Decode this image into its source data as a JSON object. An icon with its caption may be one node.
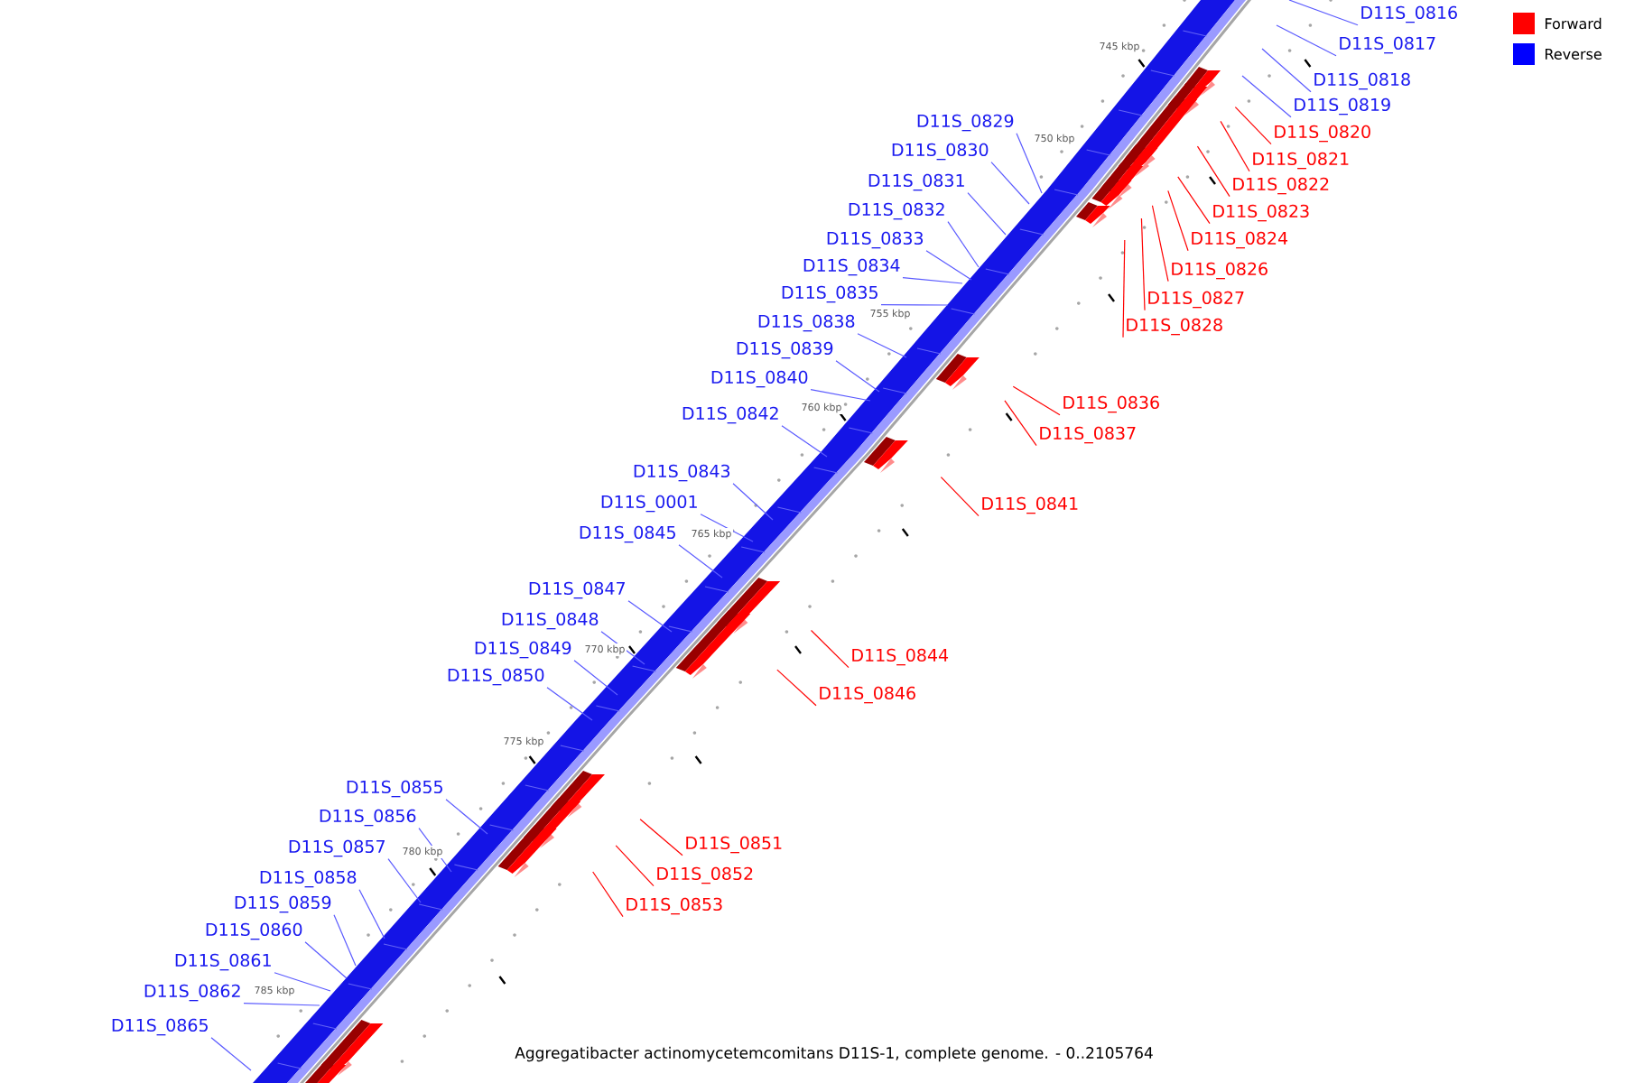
{
  "diagram": {
    "caption": "Aggregatibacter actinomycetemcomitans D11S-1, complete genome. - 0..2105764",
    "nodes": [
      {
        "text": [
          "D11S_0816"
        ]
      },
      {
        "text": [
          "D11S_0817"
        ]
      },
      {
        "text": [
          "D11S_0818"
        ]
      },
      {
        "text": [
          "D11S_0819"
        ]
      },
      {
        "text": [
          "D11S_0829"
        ]
      },
      {
        "text": [
          "D11S_0820"
        ]
      },
      {
        "text": [
          "D11S_0830"
        ]
      },
      {
        "text": [
          "D11S_0821"
        ]
      },
      {
        "text": [
          "D11S_0831"
        ]
      },
      {
        "text": [
          "D11S_0822"
        ]
      },
      {
        "text": [
          "D11S_0832"
        ]
      },
      {
        "text": [
          "D11S_0823"
        ]
      },
      {
        "text": [
          "D11S_0824"
        ]
      },
      {
        "text": [
          "D11S_0833"
        ]
      },
      {
        "text": [
          "D11S_0834"
        ]
      },
      {
        "text": [
          "D11S_0826"
        ]
      },
      {
        "text": [
          "D11S_0835"
        ]
      },
      {
        "text": [
          "D11S_0827"
        ]
      },
      {
        "text": [
          "D11S_0838"
        ]
      },
      {
        "text": [
          "D11S_0828"
        ]
      },
      {
        "text": [
          "D11S_0839"
        ]
      },
      {
        "text": [
          "D11S_0840"
        ]
      },
      {
        "text": [
          "D11S_0836"
        ]
      },
      {
        "text": [
          "D11S_0842"
        ]
      },
      {
        "text": [
          "D11S_0837"
        ]
      },
      {
        "text": [
          "D11S_0843"
        ]
      },
      {
        "text": [
          "D11S_0001"
        ]
      },
      {
        "text": [
          "D11S_0841"
        ]
      },
      {
        "text": [
          "D11S_0845"
        ]
      },
      {
        "text": [
          "D11S_0847"
        ]
      },
      {
        "text": [
          "D11S_0848"
        ]
      },
      {
        "text": [
          "D11S_0849"
        ]
      },
      {
        "text": [
          "D11S_0844"
        ]
      },
      {
        "text": [
          "D11S_0850"
        ]
      },
      {
        "text": [
          "D11S_0846"
        ]
      },
      {
        "text": [
          "D11S_0855"
        ]
      },
      {
        "text": [
          "D11S_0856"
        ]
      },
      {
        "text": [
          "D11S_0851"
        ]
      },
      {
        "text": [
          "D11S_0857"
        ]
      },
      {
        "text": [
          "D11S_0852"
        ]
      },
      {
        "text": [
          "D11S_0858"
        ]
      },
      {
        "text": [
          "D11S_0859"
        ]
      },
      {
        "text": [
          "D11S_0853"
        ]
      },
      {
        "text": [
          "D11S_0860"
        ]
      },
      {
        "text": [
          "D11S_0861"
        ]
      },
      {
        "text": [
          "D11S_0862"
        ]
      },
      {
        "text": [
          "D11S_0865"
        ]
      }
    ],
    "edges": [
      {
        "from": 0,
        "to": null,
        "arrow": "none"
      },
      {
        "from": 1,
        "to": null,
        "arrow": "none"
      },
      {
        "from": 2,
        "to": null,
        "arrow": "none"
      },
      {
        "from": 3,
        "to": null,
        "arrow": "none"
      },
      {
        "from": 4,
        "to": null,
        "arrow": "none"
      },
      {
        "from": 5,
        "to": null,
        "arrow": "none",
        "color": "#ff0000"
      },
      {
        "from": 6,
        "to": null,
        "arrow": "none"
      },
      {
        "from": 7,
        "to": null,
        "arrow": "none",
        "color": "#ff0000"
      },
      {
        "from": 8,
        "to": null,
        "arrow": "none"
      },
      {
        "from": 9,
        "to": null,
        "arrow": "none",
        "color": "#ff0000"
      },
      {
        "from": 10,
        "to": null,
        "arrow": "none"
      },
      {
        "from": 11,
        "to": null,
        "arrow": "none",
        "color": "#ff0000"
      },
      {
        "from": 12,
        "to": null,
        "arrow": "none",
        "color": "#ff0000"
      },
      {
        "from": 13,
        "to": null,
        "arrow": "none"
      },
      {
        "from": 14,
        "to": null,
        "arrow": "none"
      },
      {
        "from": 15,
        "to": null,
        "arrow": "none",
        "color": "#ff0000"
      },
      {
        "from": 16,
        "to": null,
        "arrow": "none"
      },
      {
        "from": 17,
        "to": null,
        "arrow": "none",
        "color": "#ff0000"
      },
      {
        "from": 18,
        "to": null,
        "arrow": "none"
      },
      {
        "from": 19,
        "to": null,
        "arrow": "none",
        "color": "#ff0000"
      },
      {
        "from": 20,
        "to": null,
        "arrow": "none"
      },
      {
        "from": 21,
        "to": null,
        "arrow": "none"
      },
      {
        "from": 22,
        "to": null,
        "arrow": "none",
        "color": "#ff0000"
      },
      {
        "from": 23,
        "to": null,
        "arrow": "none"
      },
      {
        "from": 24,
        "to": null,
        "arrow": "none",
        "color": "#ff0000"
      },
      {
        "from": 25,
        "to": null,
        "arrow": "none"
      },
      {
        "from": 26,
        "to": null,
        "arrow": "none"
      },
      {
        "from": 27,
        "to": null,
        "arrow": "none",
        "color": "#ff0000"
      },
      {
        "from": 28,
        "to": null,
        "arrow": "none"
      },
      {
        "from": 29,
        "to": null,
        "arrow": "none"
      },
      {
        "from": 30,
        "to": null,
        "arrow": "none"
      },
      {
        "from": 31,
        "to": null,
        "arrow": "none"
      },
      {
        "from": 32,
        "to": null,
        "arrow": "none",
        "color": "#ff0000"
      },
      {
        "from": 33,
        "to": null,
        "arrow": "none"
      },
      {
        "from": 34,
        "to": null,
        "arrow": "none",
        "color": "#ff0000"
      },
      {
        "from": 35,
        "to": null,
        "arrow": "none"
      },
      {
        "from": 36,
        "to": null,
        "arrow": "none"
      },
      {
        "from": 37,
        "to": null,
        "arrow": "none",
        "color": "#ff0000"
      },
      {
        "from": 38,
        "to": null,
        "arrow": "none"
      },
      {
        "from": 39,
        "to": null,
        "arrow": "none",
        "color": "#ff0000"
      },
      {
        "from": 40,
        "to": null,
        "arrow": "none"
      },
      {
        "from": 41,
        "to": null,
        "arrow": "none"
      },
      {
        "from": 42,
        "to": null,
        "arrow": "none",
        "color": "#ff0000"
      },
      {
        "from": 43,
        "to": null,
        "arrow": "none"
      },
      {
        "from": 44,
        "to": null,
        "arrow": "none"
      },
      {
        "from": 45,
        "to": null,
        "arrow": "none"
      },
      {
        "from": 46,
        "to": null,
        "arrow": "none"
      }
    ],
    "labels": [
      "745 kbp",
      "750 kbp",
      "755 kbp",
      "760 kbp",
      "765 kbp",
      "770 kbp",
      "775 kbp",
      "780 kbp",
      "785 kbp"
    ],
    "legend": [
      {
        "text": "Forward",
        "color": "#ff0000"
      },
      {
        "text": "Reverse",
        "color": "#0000ff"
      }
    ]
  }
}
